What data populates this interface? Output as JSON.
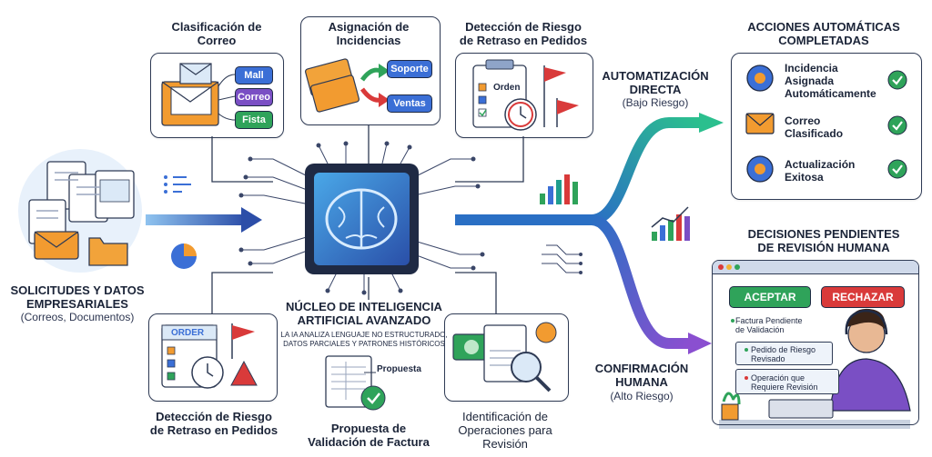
{
  "input": {
    "title_line1": "SOLICITUDES Y DATOS",
    "title_line2": "EMPRESARIALES",
    "subtitle": "(Correos, Documentos)"
  },
  "top_cards": {
    "email": {
      "title_line1": "Clasificación de",
      "title_line2": "Correo",
      "tags": [
        "Mall",
        "Correo",
        "Fista"
      ]
    },
    "tickets": {
      "title_line1": "Asignación de",
      "title_line2": "Incidencias",
      "tags": [
        "Soporte",
        "Ventas"
      ]
    },
    "delay": {
      "title_line1": "Detección de Riesgo",
      "title_line2": "de Retraso en Pedidos",
      "doc_label": "Orden"
    }
  },
  "bottom_cards": {
    "delay": {
      "title_line1": "Detección de Riesgo",
      "title_line2": "de Retraso en Pedidos",
      "doc_label": "ORDER"
    },
    "invoice": {
      "title_line1": "Propuesta de",
      "title_line2": "Validación de Factura",
      "doc_label": "Propuesta"
    },
    "review": {
      "title_line1": "Identificación de",
      "title_line2": "Operaciones para",
      "title_line3": "Revisión"
    }
  },
  "core": {
    "title_line1": "NÚCLEO DE INTELIGENCIA",
    "title_line2": "ARTIFICIAL AVANZADO",
    "desc_line1": "LA IA ANALIZA LENGUAJE NO ESTRUCTURADO,",
    "desc_line2": "DATOS PARCIALES Y PATRONES HISTÓRICOS"
  },
  "direct": {
    "title_line1": "AUTOMATIZACIÓN",
    "title_line2": "DIRECTA",
    "subtitle": "(Bajo Riesgo)"
  },
  "human": {
    "title_line1": "CONFIRMACIÓN",
    "title_line2": "HUMANA",
    "subtitle": "(Alto Riesgo)"
  },
  "completed": {
    "title_line1": "ACCIONES AUTOMÁTICAS",
    "title_line2": "COMPLETADAS",
    "items": [
      {
        "line1": "Incidencia",
        "line2": "Asignada",
        "line3": "Automáticamente"
      },
      {
        "line1": "Correo",
        "line2": "Clasificado",
        "line3": ""
      },
      {
        "line1": "Actualización",
        "line2": "Exitosa",
        "line3": ""
      }
    ]
  },
  "pending": {
    "title_line1": "DECISIONES PENDIENTES",
    "title_line2": "DE REVISIÓN HUMANA",
    "accept_label": "ACEPTAR",
    "reject_label": "RECHAZAR",
    "items": [
      {
        "line1": "Factura Pendiente",
        "line2": "de Validación"
      },
      {
        "line1": "Pedido de Riesgo",
        "line2": "Revisado"
      },
      {
        "line1": "Operación que",
        "line2": "Requiere Revisión"
      }
    ]
  },
  "colors": {
    "blue": "#3b6fd6",
    "purple": "#7a4fc4",
    "green": "#2fa35a",
    "red": "#d93a3a",
    "teal": "#1f9e8e",
    "orange": "#f29b30"
  }
}
